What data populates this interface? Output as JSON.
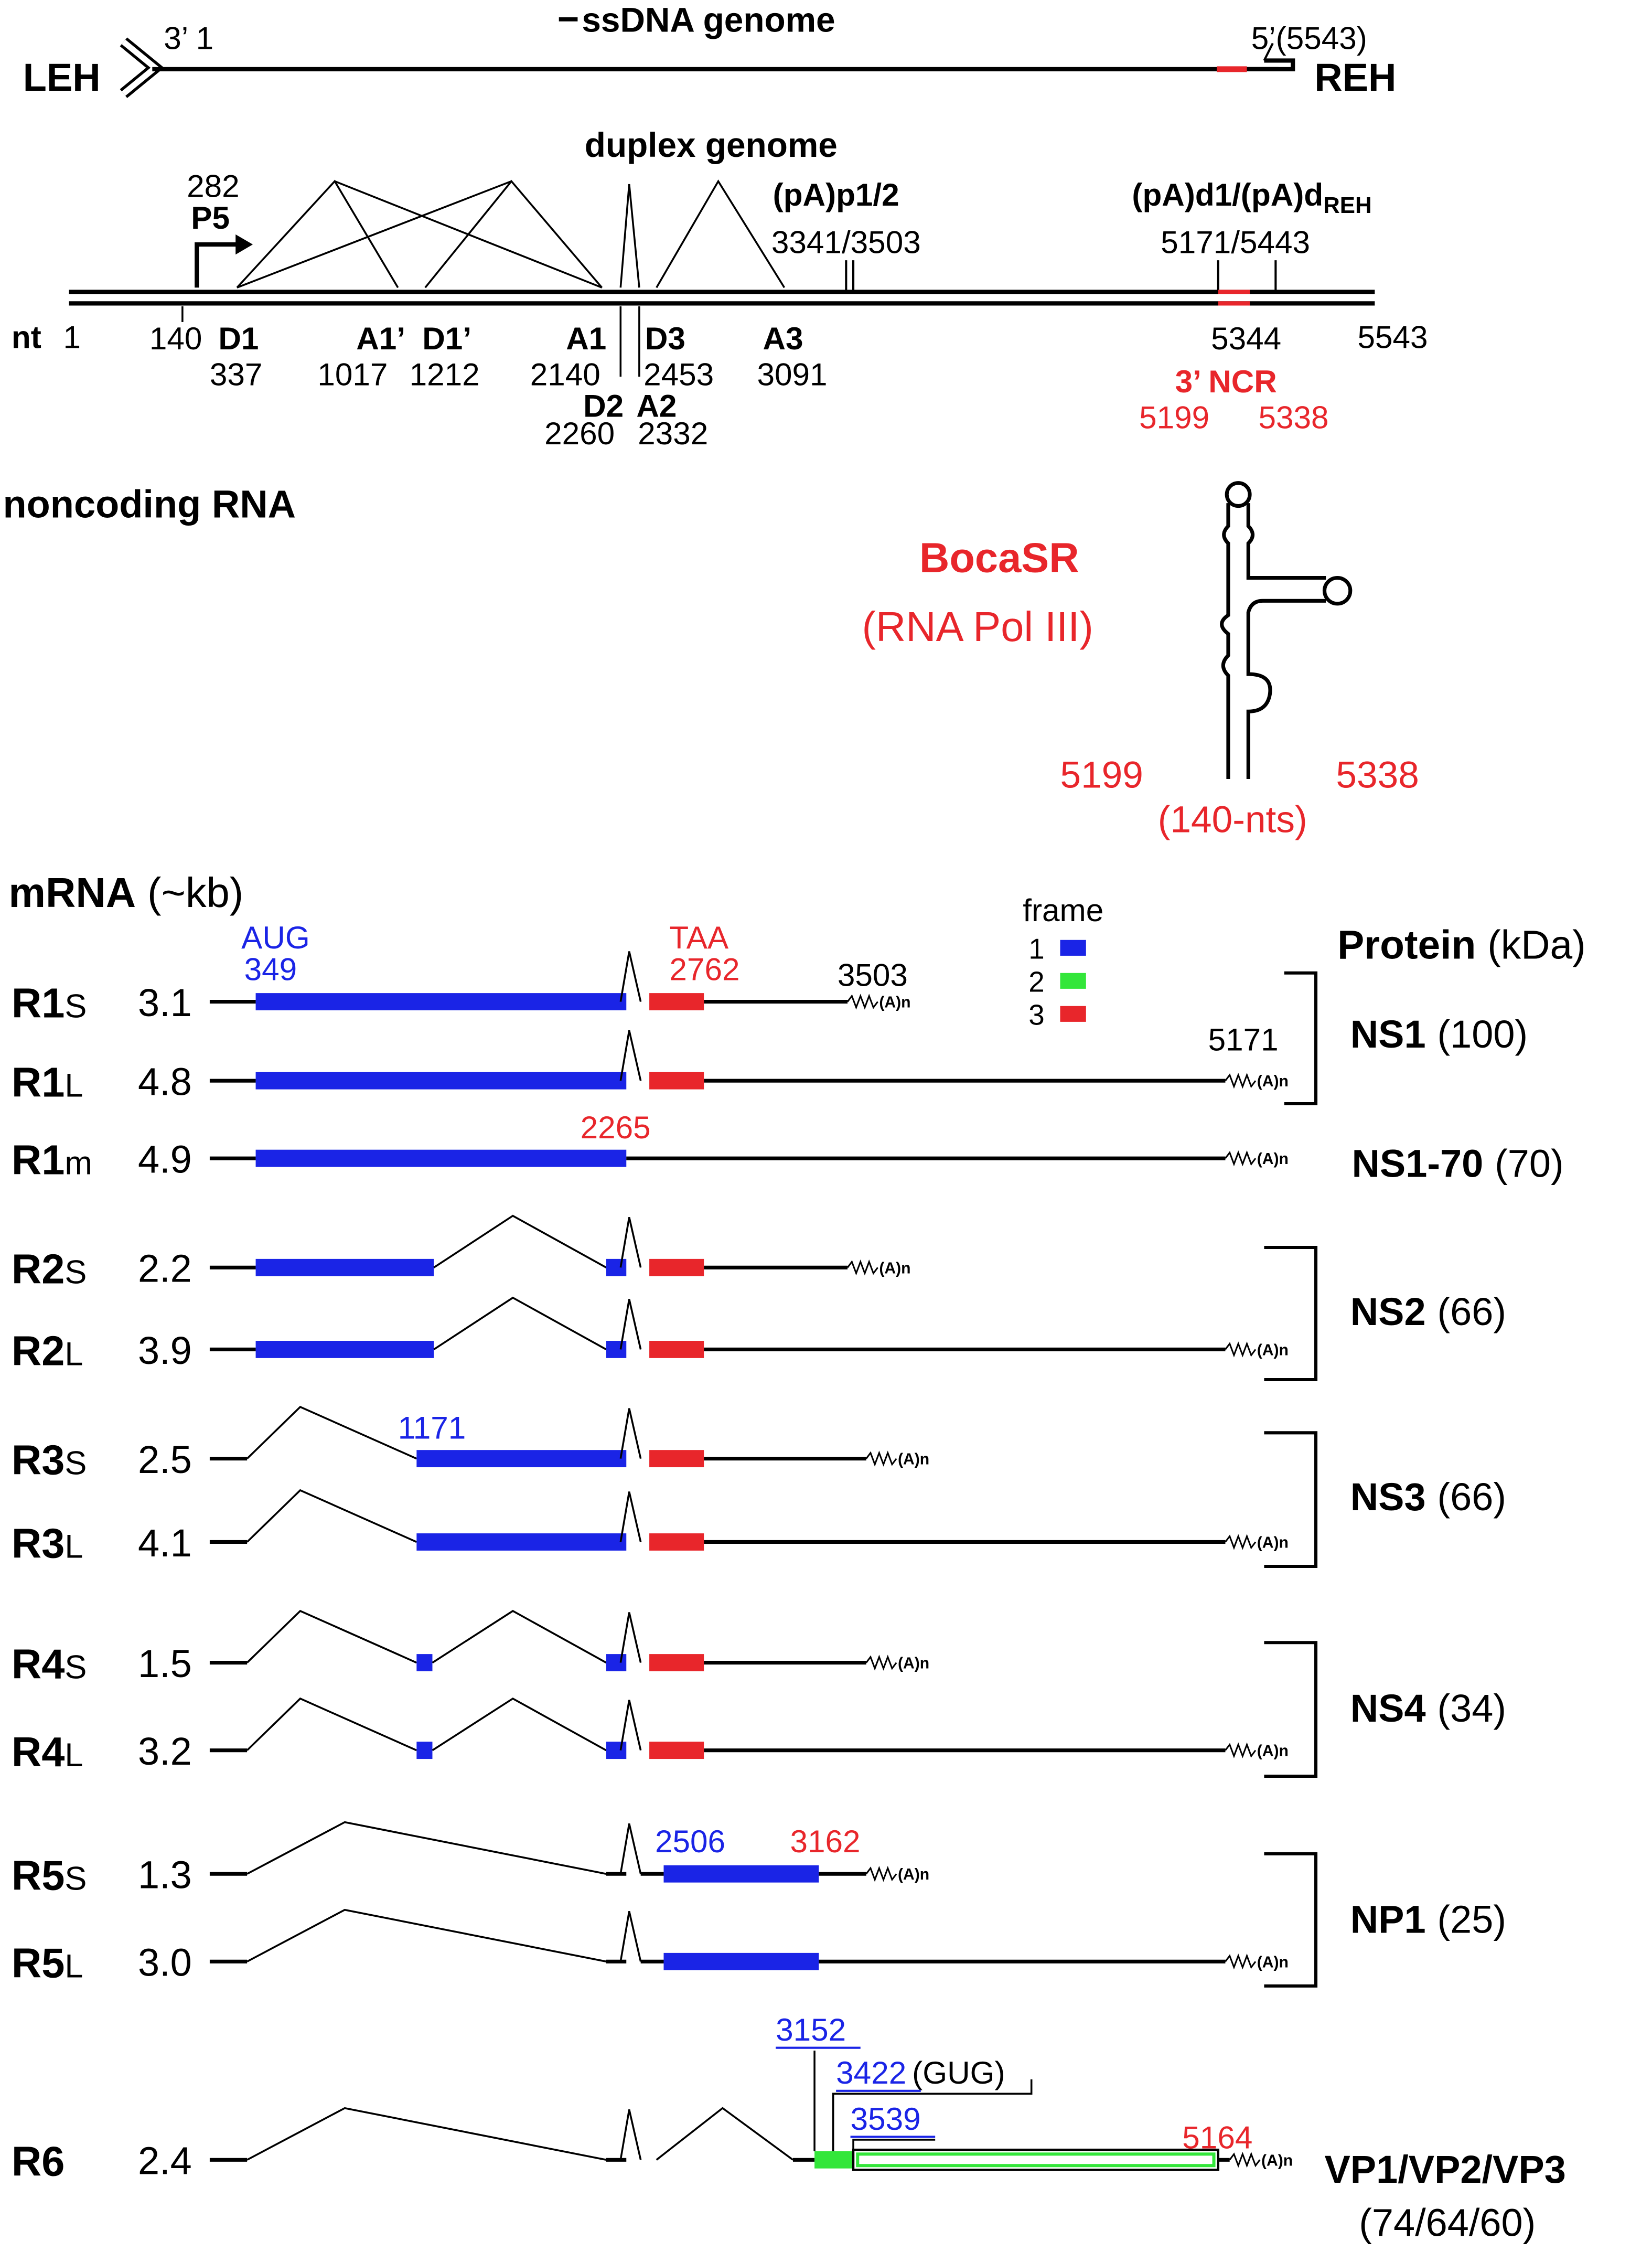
{
  "colors": {
    "black": "#000000",
    "red": "#e8262b",
    "blue": "#1a24e6",
    "green": "#33e63a"
  },
  "genome": {
    "title": "ssDNA genome",
    "dash": "−",
    "left_end": "LEH",
    "right_end": "REH",
    "left_label": "3’ 1",
    "right_label": "5’(5543)"
  },
  "duplex": {
    "title": "duplex genome",
    "nt_label": "nt",
    "nt_start": "1",
    "nt_end": "5543",
    "promoter_pos": "282",
    "promoter": "P5",
    "pA_proximal": "(pA)p1/2",
    "pA_proximal_pos": "3341/3503",
    "pA_distal": "(pA)d1/(pA)d",
    "pA_distal_sub": "REH",
    "pA_distal_pos": "5171/5443",
    "ncr_end": "5344",
    "ncr_title": "3’ NCR",
    "ncr_start_pos": "5199",
    "ncr_end_pos": "5338",
    "sites": [
      {
        "name": "",
        "pos": "140"
      },
      {
        "name": "D1",
        "pos": "337"
      },
      {
        "name": "A1’",
        "pos": "1017"
      },
      {
        "name": "D1’",
        "pos": "1212"
      },
      {
        "name": "A1",
        "pos": "2140"
      },
      {
        "name": "D3",
        "pos": "2453"
      },
      {
        "name": "A3",
        "pos": "3091"
      },
      {
        "name": "D2",
        "pos": "2260"
      },
      {
        "name": "A2",
        "pos": "2332"
      }
    ]
  },
  "noncoding": {
    "heading": "noncoding RNA",
    "name": "BocaSR",
    "polymerase": "(RNA Pol III)",
    "start": "5199",
    "end": "5338",
    "length": "(140-nts)"
  },
  "mrna": {
    "heading": "mRNA",
    "unit": "(~kb)",
    "protein_heading": "Protein",
    "protein_unit": "(kDa)",
    "frame_title": "frame",
    "frames": [
      "1",
      "2",
      "3"
    ],
    "aug": "AUG",
    "aug_pos": "349",
    "taa": "TAA",
    "taa_pos": "2762",
    "pa_p_pos": "3503",
    "pa_d_pos": "5171",
    "ns1_70_stop": "2265",
    "r3_start": "1171",
    "r5_start": "2506",
    "r5_stop": "3162",
    "r6_pos1": "3152",
    "r6_pos2": "3422",
    "r6_gug": "(GUG)",
    "r6_pos3": "3539",
    "r6_stop": "5164",
    "polyA": "(A)n",
    "transcripts": [
      {
        "name": "R1",
        "sub": "S",
        "size": "3.1"
      },
      {
        "name": "R1",
        "sub": "L",
        "size": "4.8"
      },
      {
        "name": "R1",
        "sub": "m",
        "size": "4.9"
      },
      {
        "name": "R2",
        "sub": "S",
        "size": "2.2"
      },
      {
        "name": "R2",
        "sub": "L",
        "size": "3.9"
      },
      {
        "name": "R3",
        "sub": "S",
        "size": "2.5"
      },
      {
        "name": "R3",
        "sub": "L",
        "size": "4.1"
      },
      {
        "name": "R4",
        "sub": "S",
        "size": "1.5"
      },
      {
        "name": "R4",
        "sub": "L",
        "size": "3.2"
      },
      {
        "name": "R5",
        "sub": "S",
        "size": "1.3"
      },
      {
        "name": "R5",
        "sub": "L",
        "size": "3.0"
      },
      {
        "name": "R6",
        "sub": "",
        "size": "2.4"
      }
    ],
    "proteins": [
      {
        "name": "NS1",
        "kda": "(100)"
      },
      {
        "name": "NS1-70",
        "kda": "(70)"
      },
      {
        "name": "NS2",
        "kda": "(66)"
      },
      {
        "name": "NS3",
        "kda": "(66)"
      },
      {
        "name": "NS4",
        "kda": "(34)"
      },
      {
        "name": "NP1",
        "kda": "(25)"
      },
      {
        "name": "VP1/VP2/VP3",
        "kda": "(74/64/60)"
      }
    ]
  }
}
